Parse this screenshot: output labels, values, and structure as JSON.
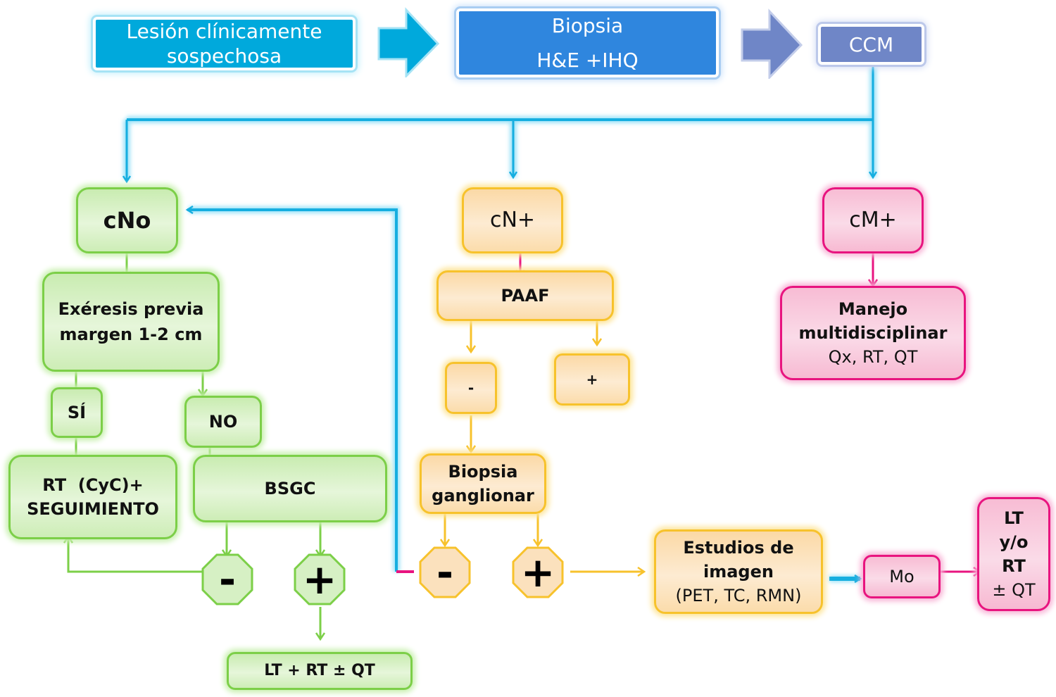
{
  "diagram": {
    "top_row": {
      "lesion": {
        "line1": "Lesión clínicamente",
        "line2": "sospechosa",
        "color": "#00a9dc"
      },
      "biopsy": {
        "line1": "Biopsia",
        "line2": "H&E +IHQ",
        "color": "#2f86de"
      },
      "ccm": {
        "label": "CCM",
        "color": "#6f86c7"
      }
    },
    "green_branch": {
      "cno": "cNo",
      "excision": {
        "line1": "Exéresis previa",
        "line2": "margen 1-2 cm"
      },
      "yes": "SÍ",
      "no": "NO",
      "rt_followup": {
        "line1": "RT  (CyC)+",
        "line2": "SEGUIMIENTO"
      },
      "bsgc": "BSGC",
      "neg": "-",
      "pos": "+",
      "lt_rt_qt": "LT + RT ± QT",
      "color": "#7ccf48"
    },
    "orange_branch": {
      "cnplus": "cN+",
      "paaf": "PAAF",
      "paaf_neg": "-",
      "paaf_pos": "+",
      "node_biopsy": {
        "line1": "Biopsia",
        "line2": "ganglionar"
      },
      "neg": "-",
      "pos": "+",
      "imaging": {
        "line1": "Estudios de",
        "line2": "imagen",
        "line3": "(PET, TC, RMN)"
      },
      "color": "#f7c22c"
    },
    "pink_branch": {
      "cmplus": "cM+",
      "management": {
        "line1": "Manejo",
        "line2": "multidisciplinar",
        "line3": "Qx, RT, QT"
      },
      "mo": "Mo",
      "final": {
        "line1": "LT",
        "line2": "y/o",
        "line3": "RT",
        "line4": "± QT"
      },
      "color": "#e8147f"
    },
    "connector_color": "#15aee0"
  }
}
